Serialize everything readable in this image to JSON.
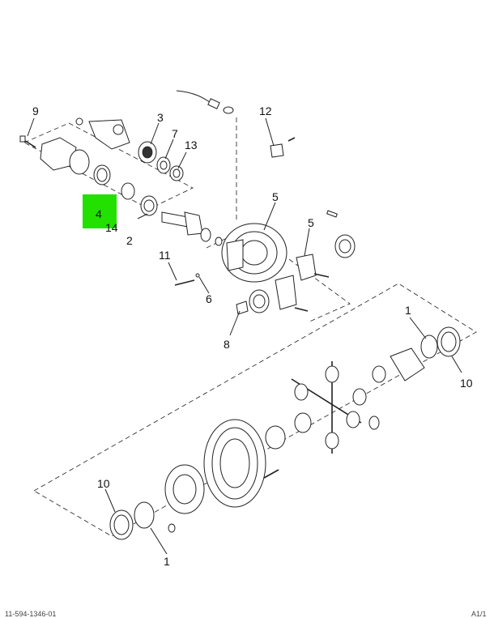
{
  "callouts": {
    "c9": "9",
    "c3": "3",
    "c7": "7",
    "c13": "13",
    "c12": "12",
    "c4": "4",
    "c14": "14",
    "c2": "2",
    "c5a": "5",
    "c5b": "5",
    "c11": "11",
    "c6": "6",
    "c8": "8",
    "c1a": "1",
    "c10a": "10",
    "c10b": "10",
    "c1b": "1"
  },
  "highlight": {
    "color": "#22e000",
    "part": "4"
  },
  "footer": {
    "left": "11-594-1346-01",
    "right": "A1/1"
  }
}
